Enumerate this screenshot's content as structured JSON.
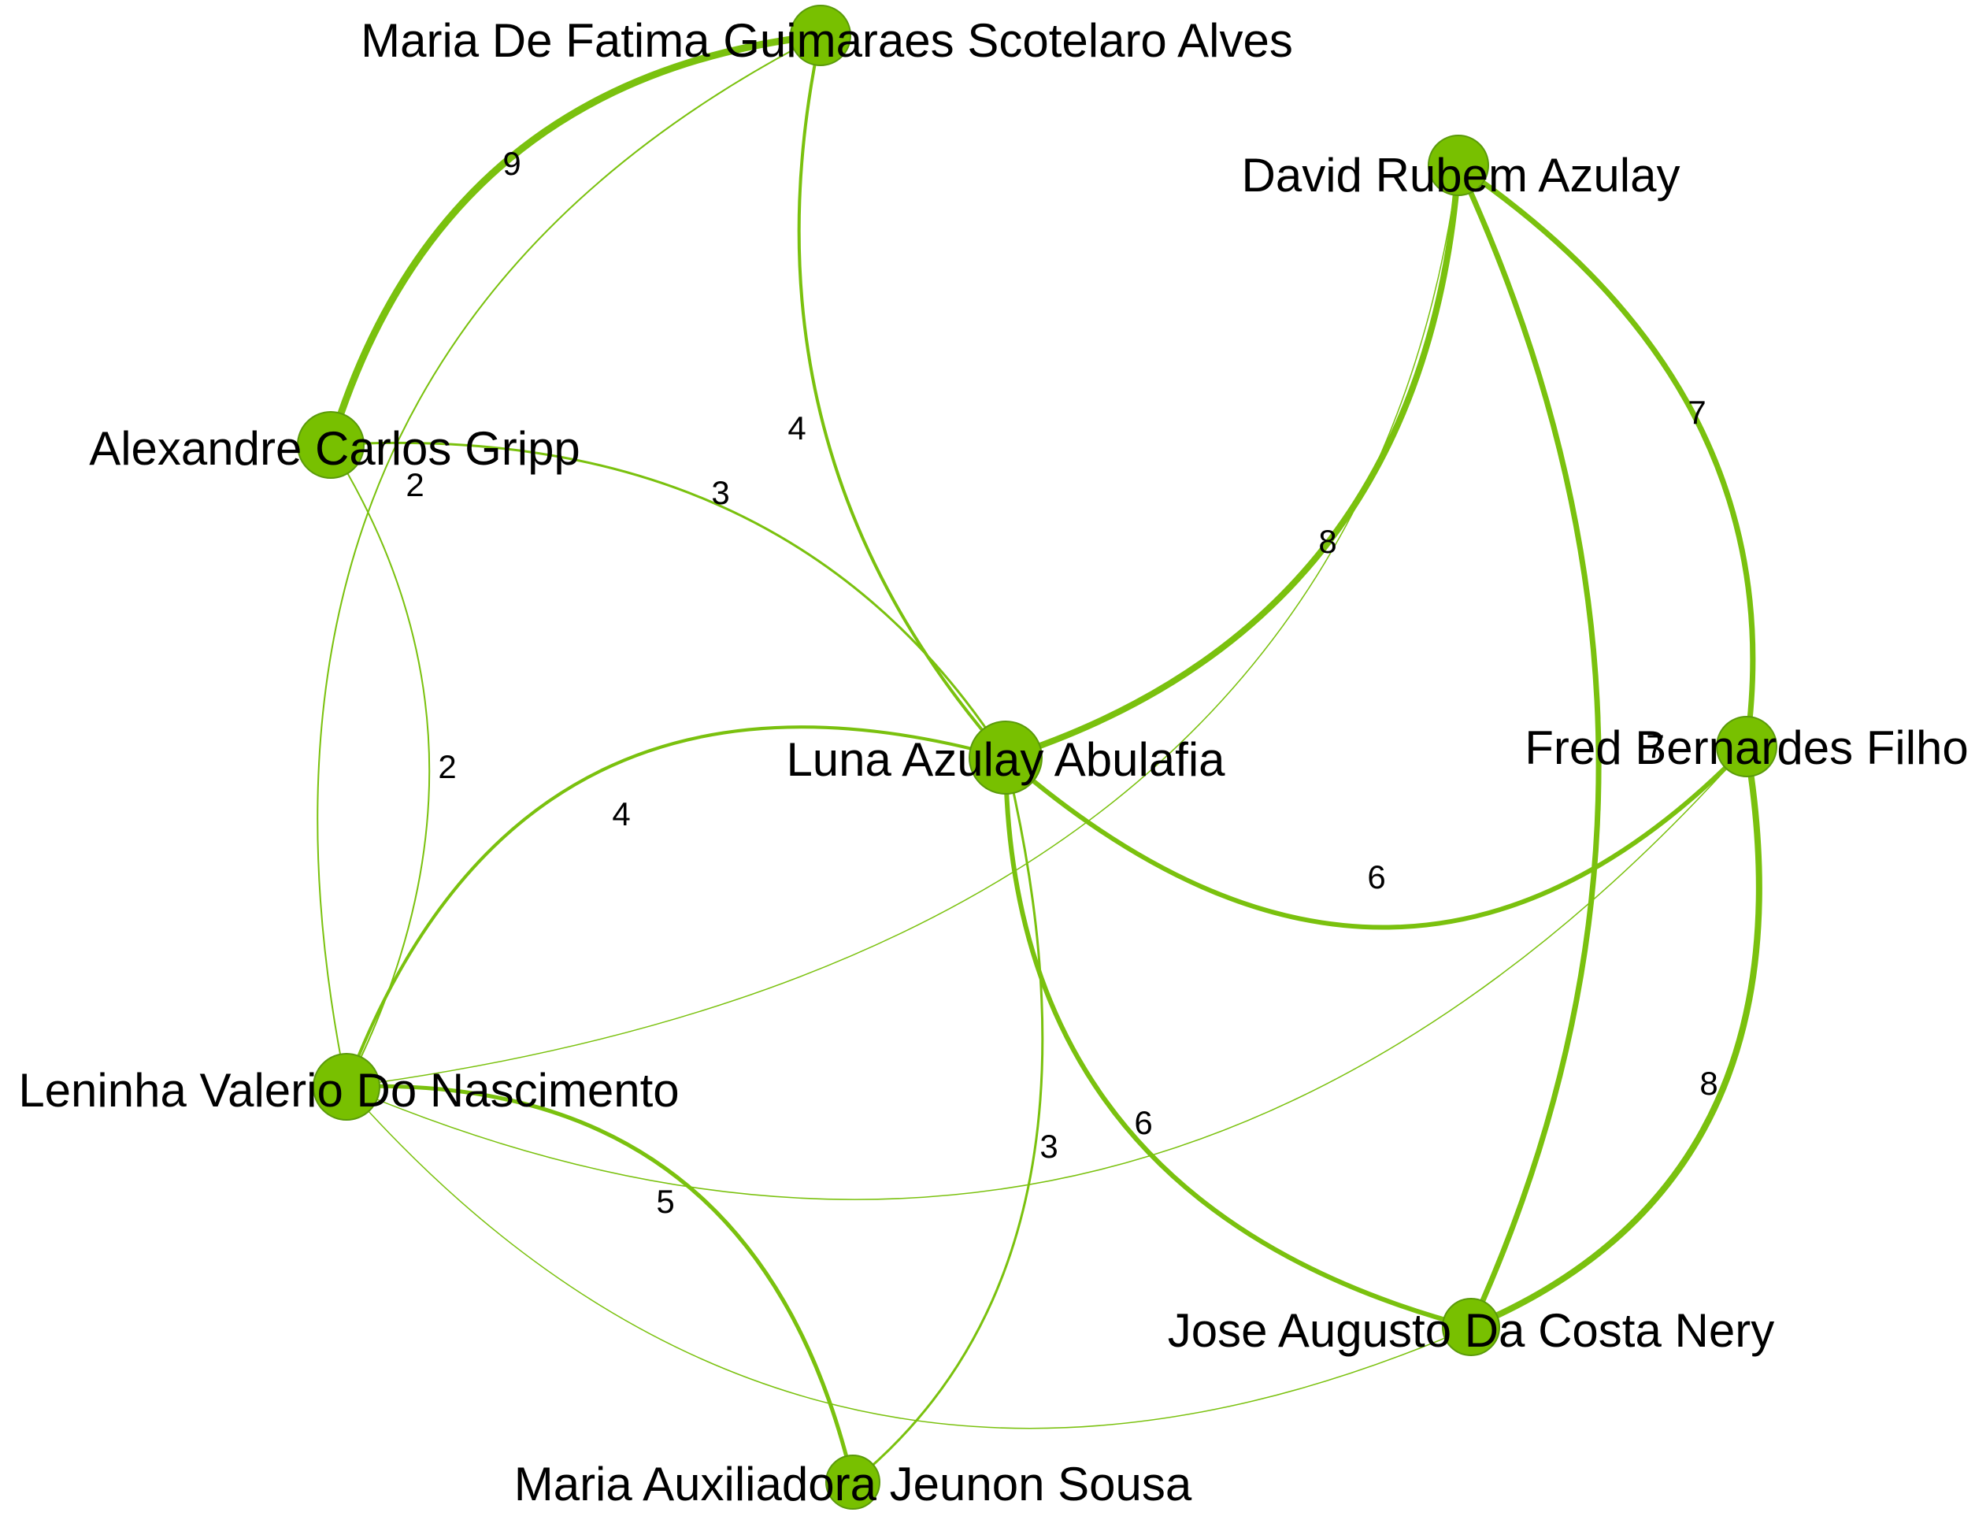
{
  "colors": {
    "edge": "#7ac10e",
    "node_fill": "#78c000",
    "node_stroke": "#5a9a0a",
    "label": "#000000"
  },
  "nodes": [
    {
      "id": "maria_fatima",
      "label": "Maria De Fatima Guimaraes Scotelaro Alves"
    },
    {
      "id": "david",
      "label": "David Rubem Azulay"
    },
    {
      "id": "alexandre",
      "label": "Alexandre Carlos Gripp"
    },
    {
      "id": "luna",
      "label": "Luna Azulay Abulafia"
    },
    {
      "id": "fred",
      "label": "Fred Bernardes Filho"
    },
    {
      "id": "leninha",
      "label": "Leninha Valerio Do Nascimento"
    },
    {
      "id": "jose",
      "label": "Jose Augusto Da Costa Nery"
    },
    {
      "id": "maria_aux",
      "label": "Maria Auxiliadora Jeunon Sousa"
    }
  ],
  "edges": [
    {
      "source": "alexandre",
      "target": "maria_fatima",
      "weight": "9"
    },
    {
      "source": "maria_fatima",
      "target": "leninha",
      "weight": "2"
    },
    {
      "source": "maria_fatima",
      "target": "luna",
      "weight": "4"
    },
    {
      "source": "alexandre",
      "target": "luna",
      "weight": "3"
    },
    {
      "source": "alexandre",
      "target": "leninha",
      "weight": "2"
    },
    {
      "source": "david",
      "target": "luna",
      "weight": "8"
    },
    {
      "source": "david",
      "target": "fred",
      "weight": "7"
    },
    {
      "source": "david",
      "target": "jose",
      "weight": "7"
    },
    {
      "source": "david",
      "target": "leninha",
      "weight": ""
    },
    {
      "source": "luna",
      "target": "fred",
      "weight": "6"
    },
    {
      "source": "luna",
      "target": "leninha",
      "weight": "4"
    },
    {
      "source": "luna",
      "target": "jose",
      "weight": "6"
    },
    {
      "source": "luna",
      "target": "maria_aux",
      "weight": "3"
    },
    {
      "source": "fred",
      "target": "jose",
      "weight": "8"
    },
    {
      "source": "fred",
      "target": "leninha",
      "weight": ""
    },
    {
      "source": "leninha",
      "target": "maria_aux",
      "weight": "5"
    },
    {
      "source": "leninha",
      "target": "jose",
      "weight": ""
    }
  ]
}
